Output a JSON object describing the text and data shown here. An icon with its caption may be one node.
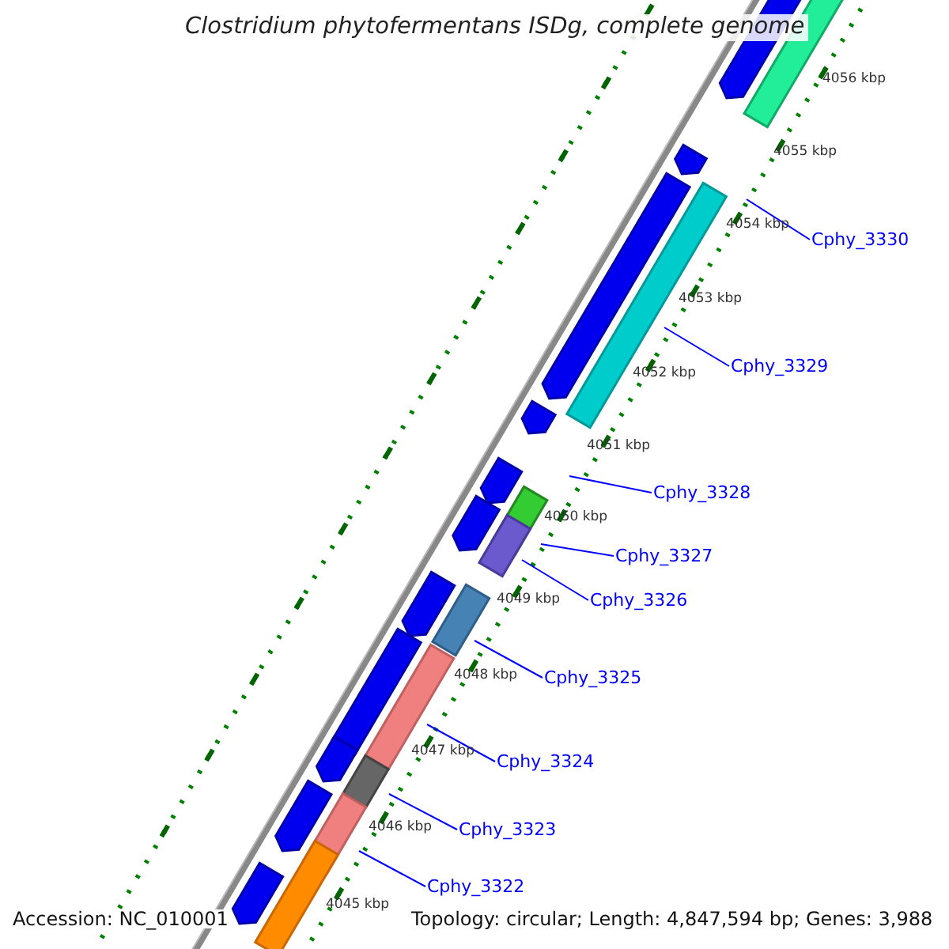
{
  "diagram": {
    "title": "Clostridium phytofermentans ISDg, complete genome",
    "nodes": [
      {
        "text": [
          "Cphy_3330"
        ]
      },
      {
        "text": [
          "Cphy_3329"
        ]
      },
      {
        "text": [
          "Cphy_3328"
        ]
      },
      {
        "text": [
          "Cphy_3327"
        ]
      },
      {
        "text": [
          "Cphy_3326"
        ]
      },
      {
        "text": [
          "Cphy_3325"
        ]
      },
      {
        "text": [
          "Cphy_3324"
        ]
      },
      {
        "text": [
          "Cphy_3323"
        ]
      },
      {
        "text": [
          "Cphy_3322"
        ]
      }
    ],
    "edges": [
      {
        "from": 0,
        "to": null,
        "arrow": "none"
      },
      {
        "from": 1,
        "to": null,
        "arrow": "none"
      },
      {
        "from": 2,
        "to": null,
        "arrow": "none"
      },
      {
        "from": 3,
        "to": null,
        "arrow": "none"
      },
      {
        "from": 4,
        "to": null,
        "arrow": "none"
      },
      {
        "from": 5,
        "to": null,
        "arrow": "none"
      },
      {
        "from": 6,
        "to": null,
        "arrow": "none"
      },
      {
        "from": 7,
        "to": null,
        "arrow": "none"
      },
      {
        "from": 8,
        "to": null,
        "arrow": "none"
      }
    ],
    "labels": [
      "4056 kbp",
      "4055 kbp",
      "4054 kbp",
      "4053 kbp",
      "4052 kbp",
      "4051 kbp",
      "4050 kbp",
      "4049 kbp",
      "4048 kbp",
      "4047 kbp",
      "4046 kbp",
      "4045 kbp",
      "Accession: NC_010001",
      "Topology: circular; Length: 4,847,594 bp; Genes: 3,988"
    ]
  }
}
